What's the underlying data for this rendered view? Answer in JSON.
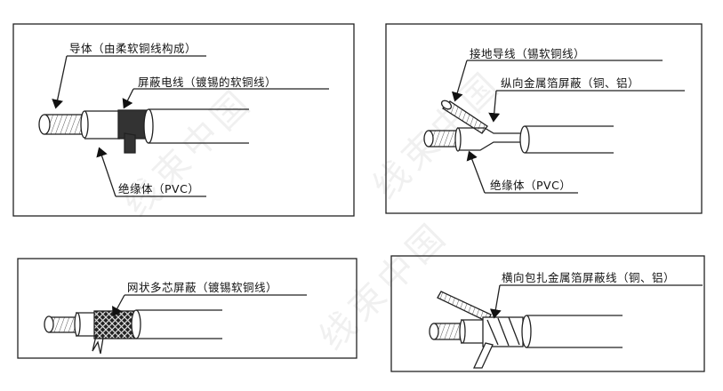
{
  "panels": [
    {
      "labels": [
        "导体（由柔软铜线构成）",
        "屏蔽电线（镀锡的软铜线）",
        "绝缘体（PVC）"
      ]
    },
    {
      "labels": [
        "接地导线（锡软铜线）",
        "纵向金属箔屏蔽（铜、铝）",
        "绝缘体（PVC）"
      ]
    },
    {
      "labels": [
        "网状多芯屏蔽（镀锡软铜线）"
      ]
    },
    {
      "labels": [
        "横向包扎金属箔屏蔽线（铜、铝）"
      ]
    }
  ],
  "watermark": "线束中国"
}
